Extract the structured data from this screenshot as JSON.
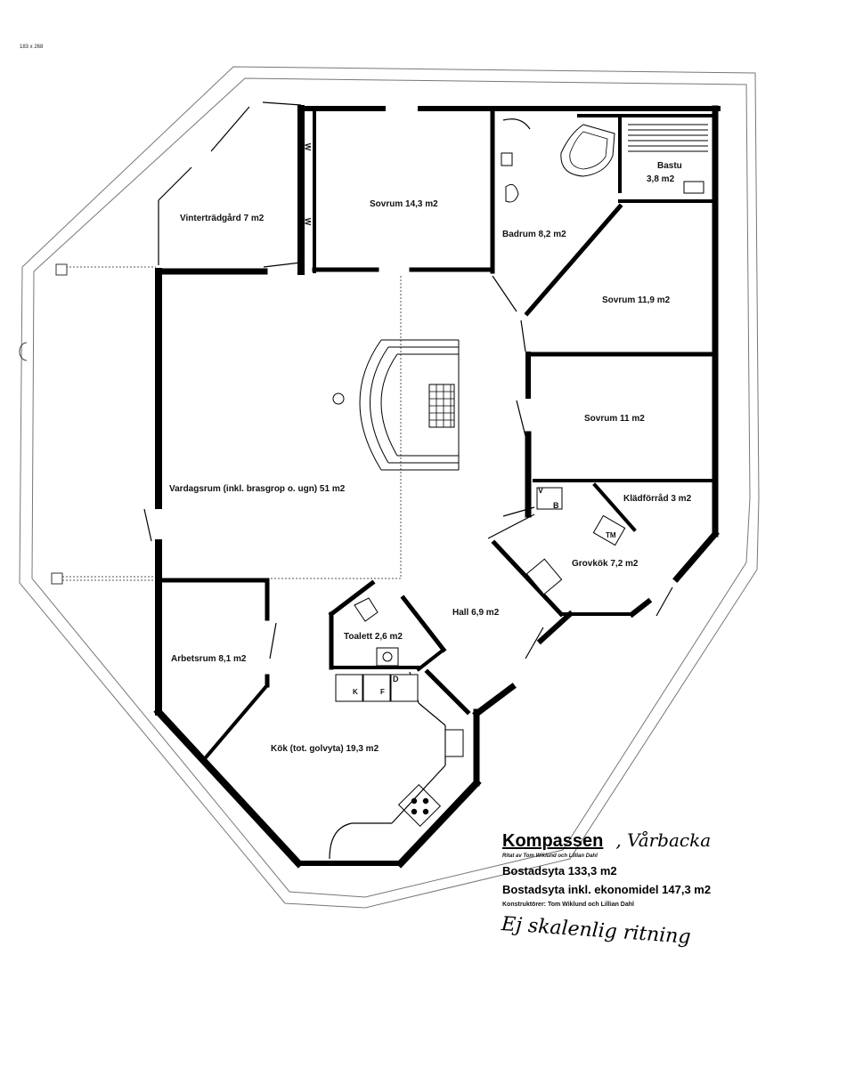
{
  "corner_ref": "183 x 268",
  "rooms": {
    "vinterstradgard": "Vinterträdgård 7 m2",
    "sovrum1": "Sovrum 14,3 m2",
    "badrum": "Badrum 8,2 m2",
    "bastu_name": "Bastu",
    "bastu_area": "3,8 m2",
    "sovrum2": "Sovrum 11,9 m2",
    "sovrum3": "Sovrum 11 m2",
    "vardagsrum": "Vardagsrum (inkl. brasgrop o. ugn) 51 m2",
    "kladforrad": "Klädförråd 3 m2",
    "grovkok": "Grovkök 7,2 m2",
    "hall": "Hall 6,9 m2",
    "toalett": "Toalett 2,6 m2",
    "arbetsrum": "Arbetsrum 8,1 m2",
    "kok": "Kök (tot. golvyta) 19,3 m2"
  },
  "fixtures": {
    "w1": "W",
    "w2": "W",
    "v": "V",
    "b": "B",
    "tm": "TM",
    "k": "K",
    "f": "F",
    "d": "D"
  },
  "title_block": {
    "title": "Kompassen",
    "place": ", Vårbacka",
    "designed_by": "Ritat av Tom Wiklund och Lillian Dahl",
    "area1": "Bostadsyta 133,3 m2",
    "area2": "Bostadsyta inkl. ekonomidel 147,3 m2",
    "constructors": "Konstruktörer: Tom Wiklund och Lillian Dahl",
    "note": "Ej skalenlig ritning"
  }
}
